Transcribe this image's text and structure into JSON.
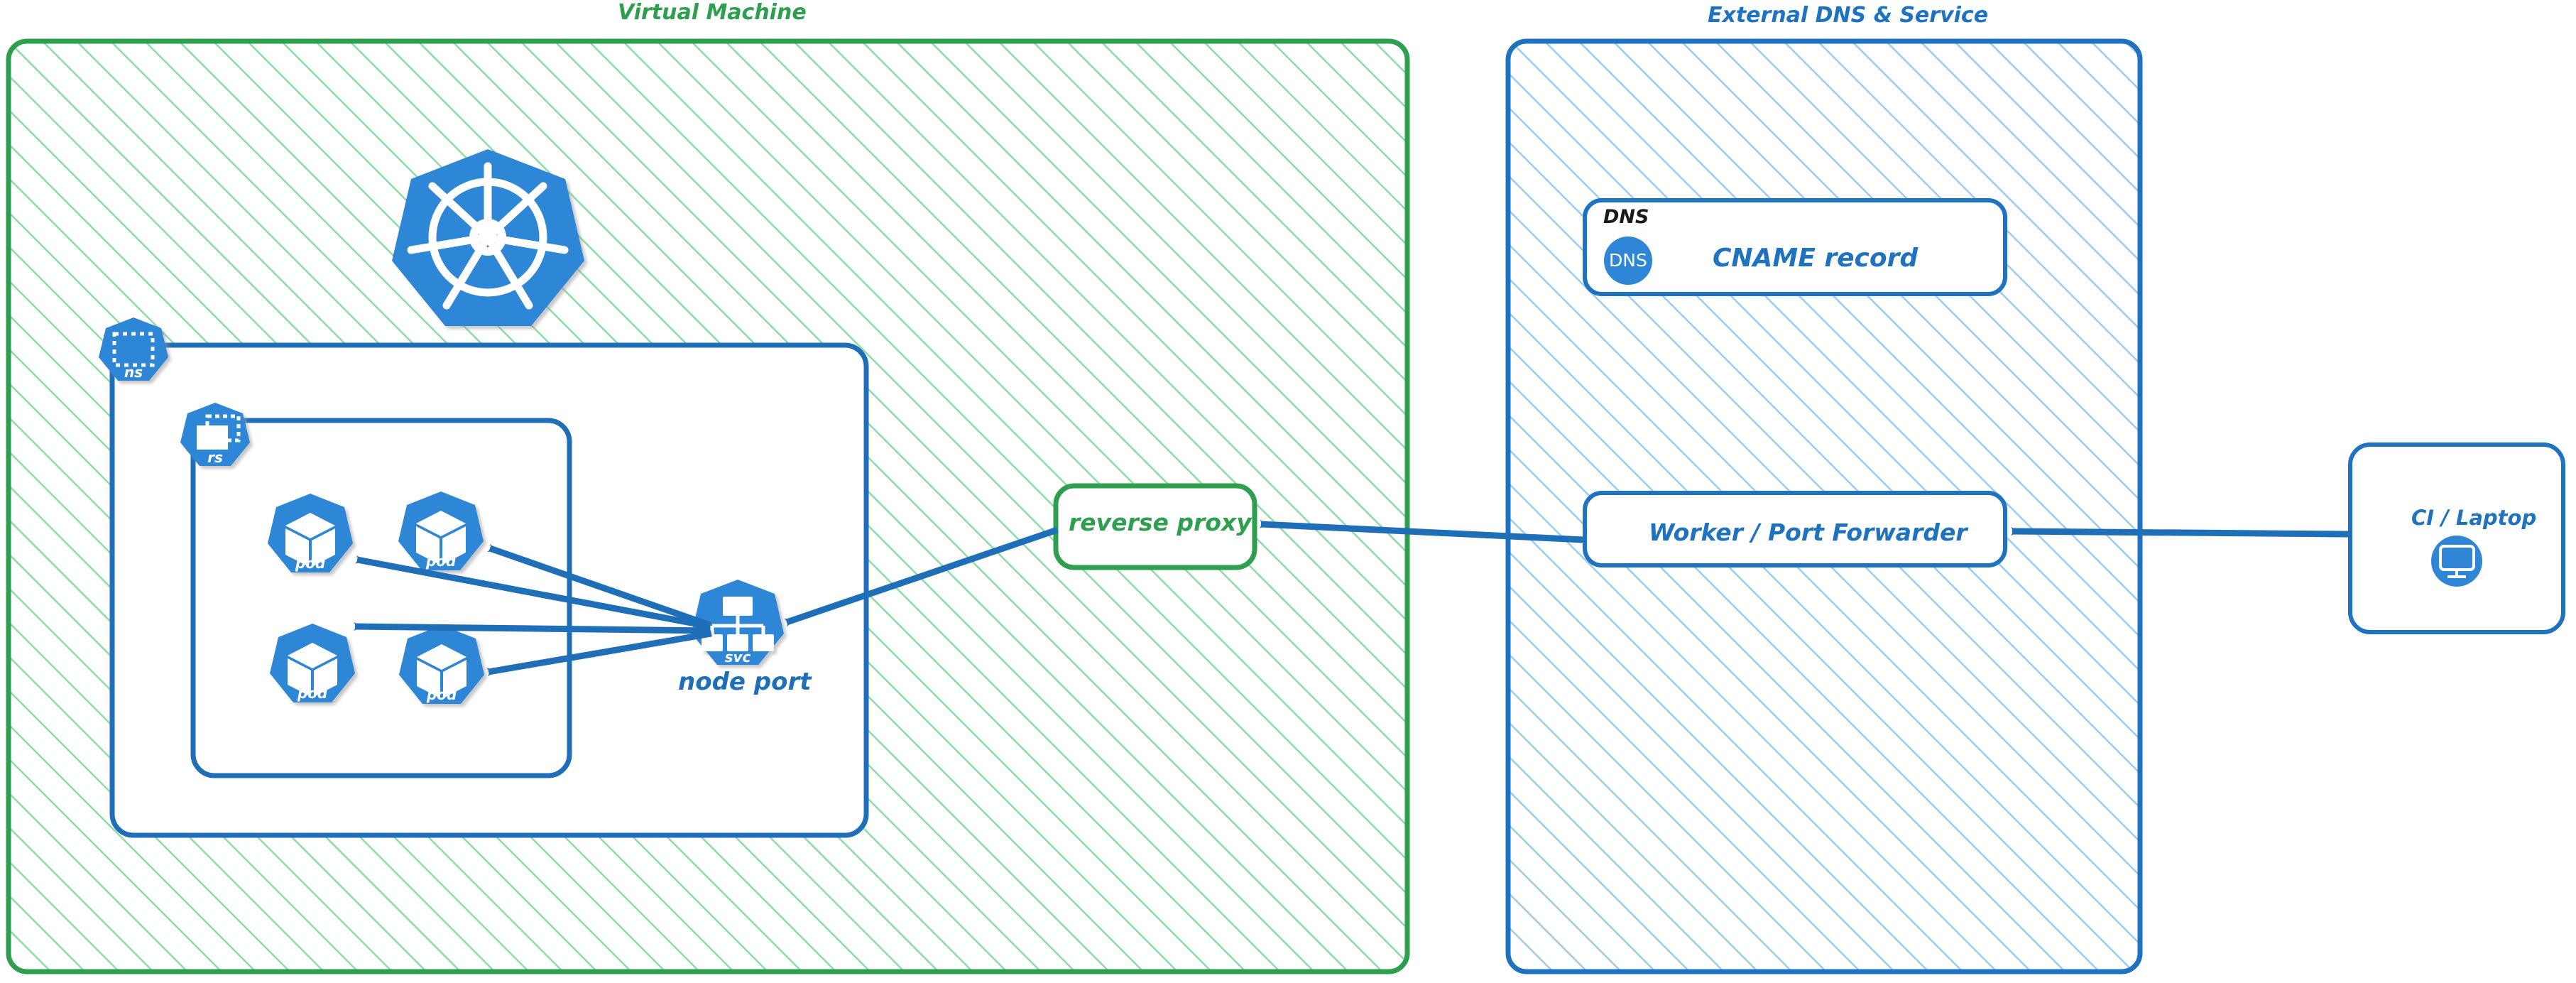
{
  "diagram": {
    "type": "architecture-diagram",
    "background": "#ffffff",
    "colors": {
      "vm_border": "#2e9e4f",
      "vm_hatch": "#8ddba5",
      "vm_title": "#2e9e4f",
      "dns_border": "#1f72c0",
      "dns_hatch": "#9dcbf0",
      "dns_title": "#1f72c0",
      "k8s_blue": "#2f86d6",
      "node_border": "#1f6fb8",
      "arrow": "#1f6fb8",
      "black_text": "#1a1a1a"
    }
  },
  "groups": [
    {
      "id": "virtual-machine",
      "title": "Virtual Machine",
      "style": "green-hatched"
    },
    {
      "id": "external-dns-service",
      "title": "External DNS & Service",
      "style": "blue-hatched"
    }
  ],
  "vm": {
    "title": "Virtual Machine",
    "k8s_logo_name": "kubernetes-logo",
    "namespace": {
      "icon_label": "ns",
      "icon_name": "kubernetes-namespace-icon"
    },
    "replicaset": {
      "icon_label": "rs",
      "icon_name": "kubernetes-replicaset-icon"
    },
    "pods": [
      {
        "label": "pod"
      },
      {
        "label": "pod"
      },
      {
        "label": "pod"
      },
      {
        "label": "pod"
      }
    ],
    "service": {
      "icon_label": "svc",
      "caption": "node port",
      "icon_name": "kubernetes-service-icon"
    },
    "reverse_proxy": {
      "label": "reverse proxy"
    }
  },
  "external": {
    "title": "External DNS & Service",
    "dns_card": {
      "tag": "DNS",
      "badge_text": "DNS",
      "label": "CNAME record"
    },
    "worker_card": {
      "label": "Worker / Port Forwarder"
    }
  },
  "client": {
    "card": {
      "label": "CI / Laptop",
      "icon_name": "desktop-monitor-icon"
    }
  },
  "connections": [
    {
      "from": "reverse-proxy",
      "to": "service-nodeport",
      "direction": "left"
    },
    {
      "from": "worker-port-forwarder",
      "to": "reverse-proxy",
      "direction": "left"
    },
    {
      "from": "ci-laptop",
      "to": "worker-port-forwarder",
      "direction": "left"
    },
    {
      "from": "service-nodeport",
      "to": "pod-1",
      "direction": "left"
    },
    {
      "from": "service-nodeport",
      "to": "pod-2",
      "direction": "left"
    },
    {
      "from": "service-nodeport",
      "to": "pod-3",
      "direction": "left"
    },
    {
      "from": "service-nodeport",
      "to": "pod-4",
      "direction": "left"
    }
  ]
}
